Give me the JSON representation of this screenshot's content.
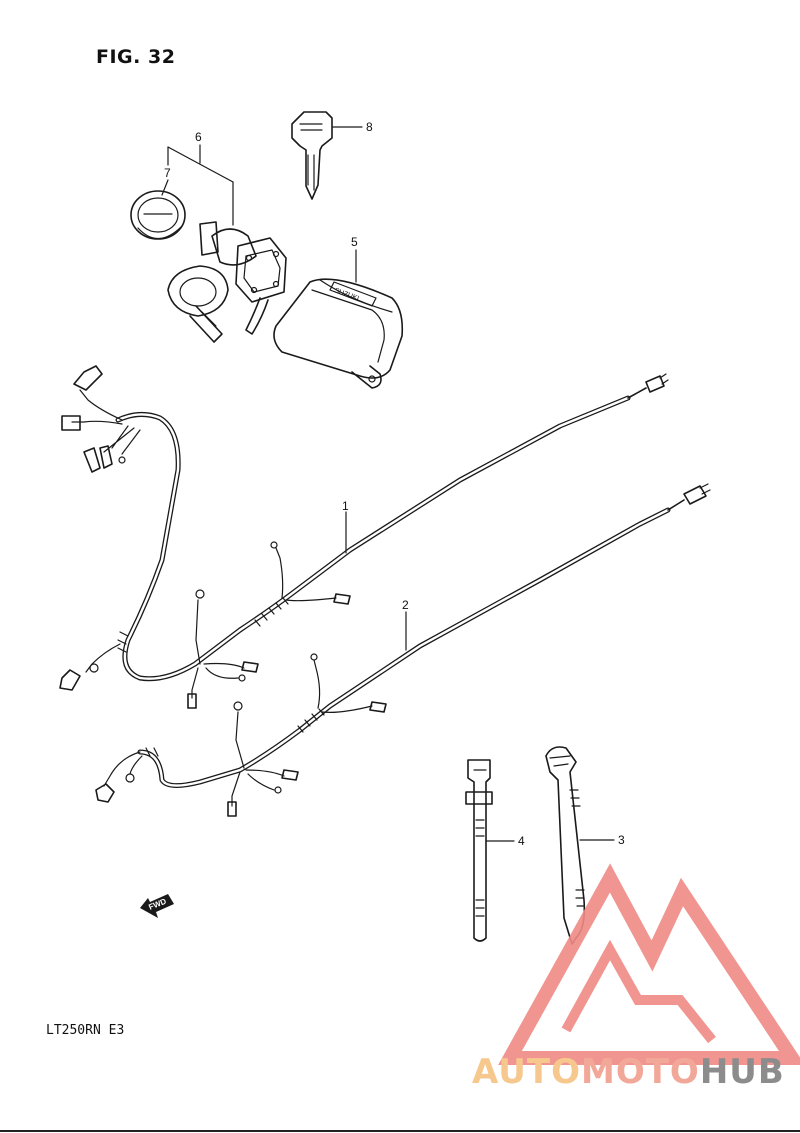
{
  "figure": {
    "title": "FIG. 32"
  },
  "model_code": "LT250RN E3",
  "fwd_label": "FWD",
  "callouts": [
    {
      "id": "c1",
      "label": "1"
    },
    {
      "id": "c2",
      "label": "2"
    },
    {
      "id": "c3",
      "label": "3"
    },
    {
      "id": "c4",
      "label": "4"
    },
    {
      "id": "c5",
      "label": "5"
    },
    {
      "id": "c6",
      "label": "6"
    },
    {
      "id": "c7",
      "label": "7"
    },
    {
      "id": "c8",
      "label": "8"
    }
  ],
  "watermark": {
    "auto": "AUTO",
    "moto": "MOTO",
    "hub": "HUB",
    "colors": {
      "auto": "#f6c88e",
      "moto": "#f2a898",
      "hub": "#8c8c8c",
      "logo": "#f08a86"
    }
  }
}
